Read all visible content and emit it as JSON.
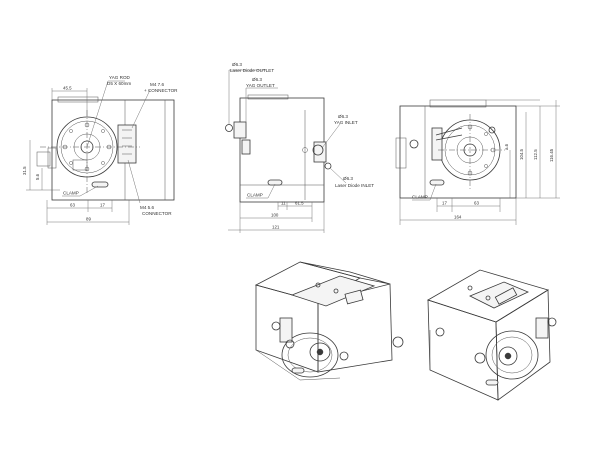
{
  "colors": {
    "line": "#3a3a3a",
    "dimension": "#666666",
    "background": "#ffffff"
  },
  "front_view": {
    "dim_top": "45.5",
    "label_yag_rod": "YAG ROD",
    "label_yag_rod_size": "D5 X 60mm",
    "label_m4_top": "M4 7.6",
    "label_connector_top": "+ CONNECTOR",
    "dim_side_a": "31.5",
    "dim_side_b": "5.6",
    "label_clamp": "CLAMP",
    "dim_bottom_a": "63",
    "dim_bottom_b": "17",
    "dim_overall": "89",
    "label_m4_bottom": "M4 5.6",
    "label_connector_bottom": "CONNECTOR"
  },
  "side_view": {
    "label_outlet_d1": "Ø6.3",
    "label_laser_outlet": "Laser Diode OUTLET",
    "label_outlet_d2": "Ø6.3",
    "label_yag_outlet": "YAG OUTLET",
    "label_inlet_d1": "Ø6.3",
    "label_yag_inlet": "YAG INLET",
    "label_inlet_d2": "Ø6.3",
    "label_laser_inlet": "Laser Diode INLET",
    "label_clamp": "CLAMP",
    "dim_a": "11",
    "dim_b": "61.5",
    "dim_c": "100",
    "dim_overall": "121"
  },
  "rear_view": {
    "label_clamp": "CLAMP",
    "dim_a": "17",
    "dim_b": "63",
    "dim_overall": "164",
    "dim_v1": "116.45",
    "dim_v2": "112.5",
    "dim_v3": "104.5",
    "dim_v4": "a.6"
  }
}
